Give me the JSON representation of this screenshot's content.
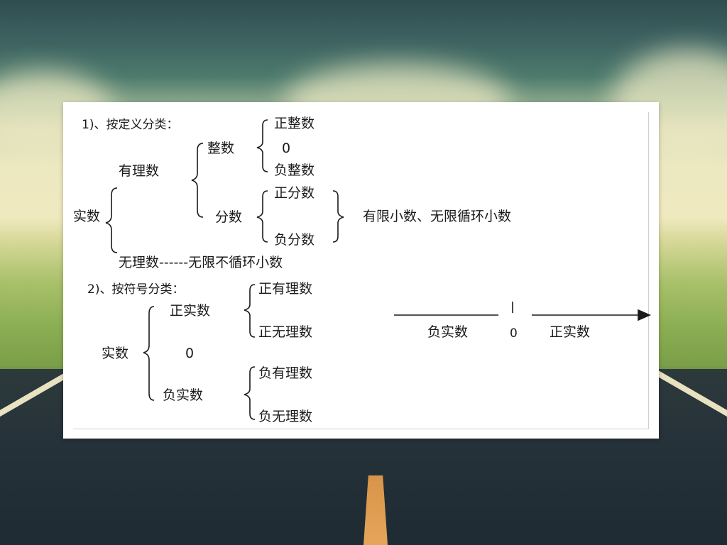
{
  "section1": {
    "heading": "1)、按定义分类：",
    "root": "实数",
    "rational": "有理数",
    "integer": "整数",
    "positive_integer": "正整数",
    "zero": "0",
    "negative_integer": "负整数",
    "fraction": "分数",
    "positive_fraction": "正分数",
    "negative_fraction": "负分数",
    "fraction_note": "有限小数、无限循环小数",
    "irrational": "无理数------无限不循环小数"
  },
  "section2": {
    "heading": "2)、按符号分类：",
    "root": "实数",
    "positive_real": "正实数",
    "zero": "0",
    "negative_real": "负实数",
    "positive_rational": "正有理数",
    "positive_irrational": "正无理数",
    "negative_rational": "负有理数",
    "negative_irrational": "负无理数"
  },
  "number_line": {
    "negative_label": "负实数",
    "zero_label": "0",
    "positive_label": "正实数"
  },
  "colors": {
    "card_background": "#ffffff",
    "text": "#1a1a1a"
  }
}
